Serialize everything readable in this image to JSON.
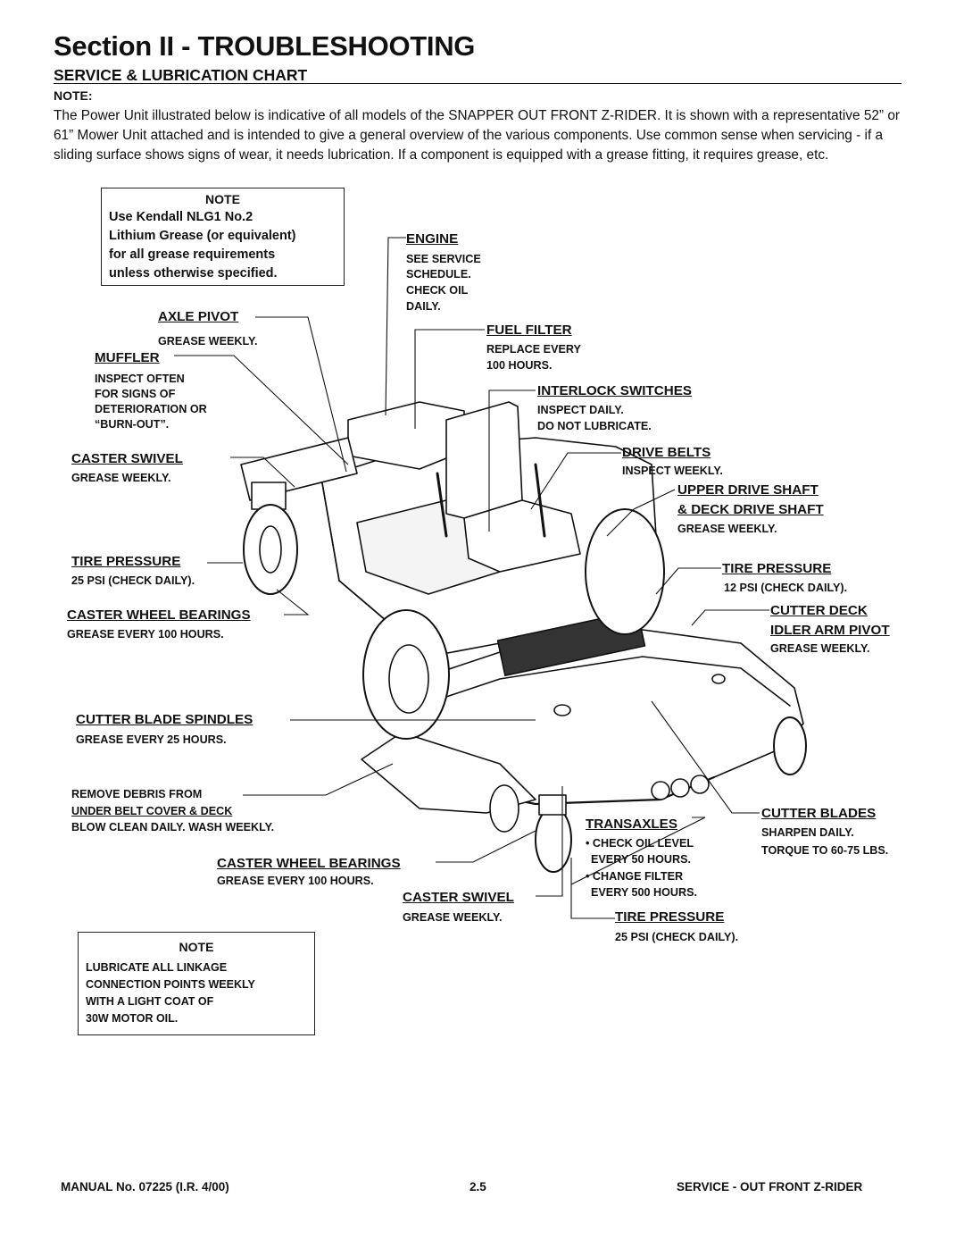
{
  "header": {
    "title": "Section II - TROUBLESHOOTING",
    "subtitle": "SERVICE & LUBRICATION CHART",
    "note_label": "NOTE:",
    "intro": "The Power Unit illustrated below is indicative of all models of the SNAPPER OUT FRONT Z-RIDER.  It is shown with a representative 52” or 61” Mower Unit attached and is intended to give a general overview of the various components.  Use common sense when servicing - if a sliding surface shows signs of wear, it needs lubrication.  If a component is equipped with a grease fitting, it requires grease, etc."
  },
  "note_box_top": {
    "heading": "NOTE",
    "lines": [
      "Use Kendall NLG1 No.2",
      "Lithium Grease (or equivalent)",
      "for all grease requirements",
      "unless otherwise specified."
    ]
  },
  "note_box_bottom": {
    "heading": "NOTE",
    "lines": [
      "LUBRICATE ALL LINKAGE",
      "CONNECTION POINTS WEEKLY",
      "WITH A LIGHT COAT OF",
      "30W MOTOR OIL."
    ]
  },
  "callouts": {
    "axle_pivot": {
      "heading": "AXLE PIVOT",
      "details": [
        "GREASE WEEKLY."
      ]
    },
    "muffler": {
      "heading": "MUFFLER",
      "details": [
        "INSPECT OFTEN",
        "FOR SIGNS OF",
        "DETERIORATION OR",
        "“BURN-OUT”."
      ]
    },
    "caster_swivel_left": {
      "heading": "CASTER SWIVEL",
      "details": [
        "GREASE WEEKLY."
      ]
    },
    "tire_pressure_left": {
      "heading": "TIRE PRESSURE",
      "details": [
        "25 PSI (CHECK DAILY)."
      ]
    },
    "caster_wheel_bearings_left": {
      "heading": "CASTER WHEEL BEARINGS",
      "details": [
        "GREASE EVERY 100 HOURS."
      ]
    },
    "cutter_blade_spindles": {
      "heading": "CUTTER BLADE SPINDLES",
      "details": [
        "GREASE EVERY 25 HOURS."
      ]
    },
    "remove_debris": {
      "line1": "REMOVE DEBRIS FROM",
      "line2": "UNDER BELT COVER & DECK",
      "line3": "BLOW CLEAN DAILY.  WASH WEEKLY."
    },
    "caster_wheel_bearings_bottom": {
      "heading": "CASTER WHEEL BEARINGS",
      "details": [
        "GREASE EVERY 100 HOURS."
      ]
    },
    "caster_swivel_bottom": {
      "heading": "CASTER SWIVEL",
      "details": [
        "GREASE WEEKLY."
      ]
    },
    "engine": {
      "heading": "ENGINE",
      "details": [
        "SEE SERVICE",
        "SCHEDULE.",
        "CHECK OIL",
        "DAILY."
      ]
    },
    "fuel_filter": {
      "heading": "FUEL FILTER",
      "details": [
        "REPLACE EVERY",
        "100 HOURS."
      ]
    },
    "interlock_switches": {
      "heading": "INTERLOCK SWITCHES",
      "details": [
        "INSPECT DAILY.",
        "DO NOT LUBRICATE."
      ]
    },
    "drive_belts": {
      "heading": "DRIVE BELTS",
      "details": [
        "INSPECT WEEKLY."
      ]
    },
    "upper_drive_shaft": {
      "heading1": "UPPER DRIVE SHAFT",
      "heading2": "& DECK DRIVE SHAFT",
      "details": [
        "GREASE WEEKLY."
      ]
    },
    "tire_pressure_right": {
      "heading": "TIRE PRESSURE",
      "details": [
        "12 PSI (CHECK DAILY)."
      ]
    },
    "cutter_deck": {
      "heading1": "CUTTER DECK",
      "heading2": "IDLER ARM PIVOT",
      "details": [
        "GREASE WEEKLY."
      ]
    },
    "transaxles": {
      "heading": "TRANSAXLES",
      "details": [
        "• CHECK OIL LEVEL",
        "EVERY 50 HOURS.",
        "• CHANGE FILTER",
        "EVERY 500 HOURS."
      ]
    },
    "cutter_blades": {
      "heading": "CUTTER BLADES",
      "details": [
        "SHARPEN DAILY.",
        "TORQUE TO 60-75 LBS."
      ]
    },
    "tire_pressure_bottom": {
      "heading": "TIRE PRESSURE",
      "details": [
        "25 PSI (CHECK DAILY)."
      ]
    }
  },
  "footer": {
    "manual": "MANUAL No. 07225 (I.R. 4/00)",
    "page": "2.5",
    "section": "SERVICE - OUT FRONT Z-RIDER"
  }
}
